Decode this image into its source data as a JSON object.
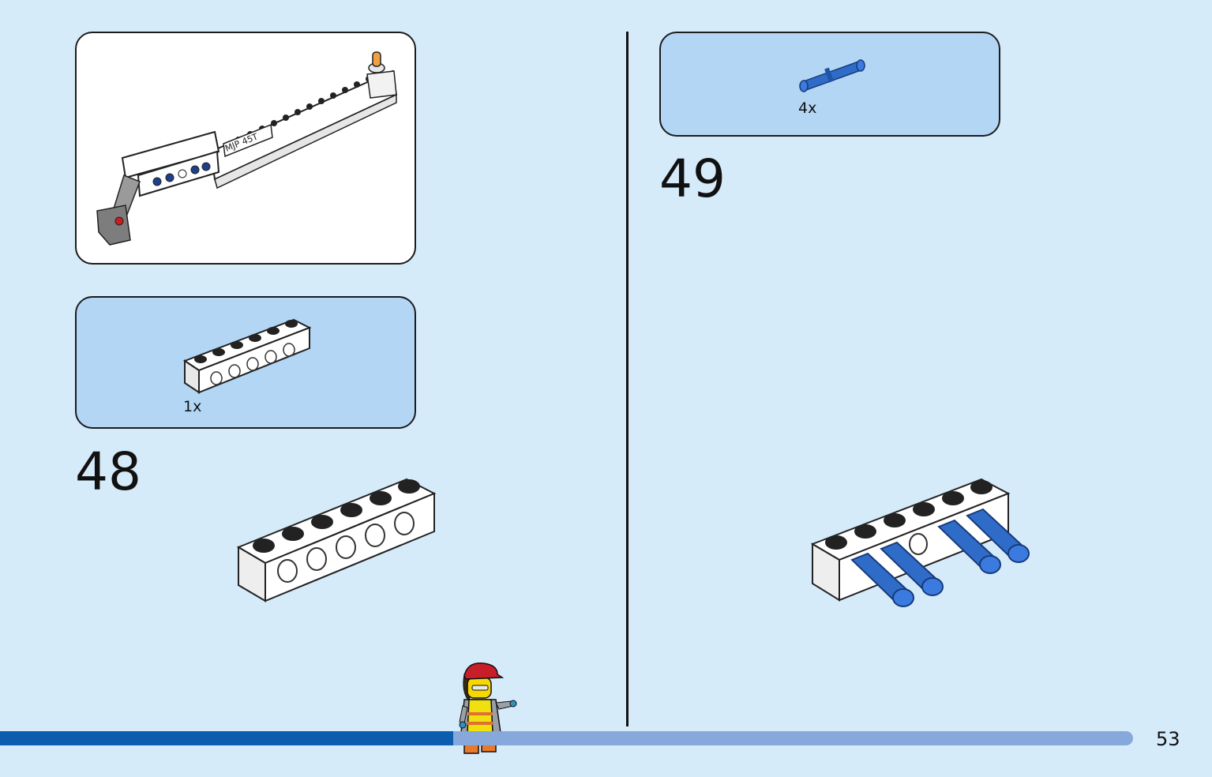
{
  "steps": [
    {
      "number": "48",
      "part_qty": "1x"
    },
    {
      "number": "49",
      "part_qty": "4x"
    }
  ],
  "subassembly": {
    "label_text": "MJP 45T"
  },
  "progress": {
    "fraction": 0.4
  },
  "page_number": "53",
  "colors": {
    "background": "#d6ebfa",
    "parts_panel": "#b3d6f5",
    "progress_fill": "#0b5dad",
    "progress_track": "#86a8da",
    "brick_white": "#ffffff",
    "pin_blue": "#2f6cc8"
  }
}
